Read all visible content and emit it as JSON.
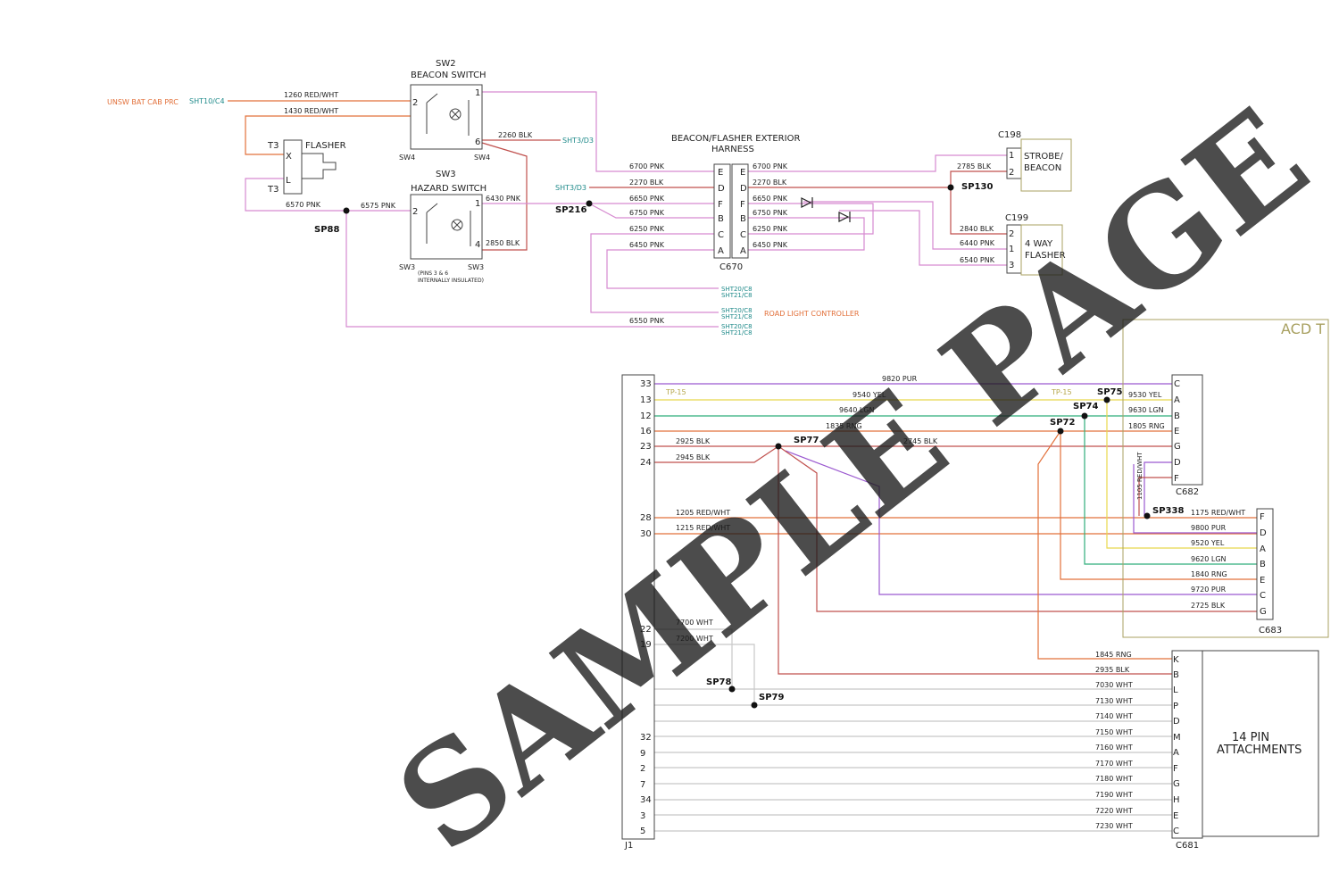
{
  "colors": {
    "pink": "#d68ad0",
    "orange": "#e2703a",
    "black": "#222222",
    "purple": "#9b59d0",
    "yellow": "#e8d84c",
    "green": "#2fae7a",
    "gray": "#c8c8c8",
    "teal": "#1f8a8a",
    "olive": "#a8a060"
  },
  "top": {
    "unsw_label": "UNSW BAT CAB PRC",
    "sht10": "SHT10/C4",
    "sw2_title": "SW2",
    "sw2_name": "BEACON SWITCH",
    "sw3_title": "SW3",
    "sw3_name": "HAZARD SWITCH",
    "sw4a": "SW4",
    "sw4b": "SW4",
    "sw3a": "SW3",
    "sw3b": "SW3",
    "pins_note": "(PINS 3 & 6",
    "pins_note2": "INTERNALLY INSULATED)",
    "flasher": "FLASHER",
    "t3a": "T3",
    "t3b": "T3",
    "fx": "X",
    "fl": "L",
    "w1260": "1260 RED/WHT",
    "w1430": "1430 RED/WHT",
    "w2260": "2260 BLK",
    "sht3d3a": "SHT3/D3",
    "sht3d3b": "SHT3/D3",
    "w6570": "6570 PNK",
    "w6575": "6575 PNK",
    "sp88": "SP88",
    "w6430": "6430 PNK",
    "w2850": "2850 BLK",
    "sp216": "SP216",
    "harness_title": "BEACON/FLASHER EXTERIOR",
    "harness_title2": "HARNESS",
    "c670": "C670",
    "left_wires": [
      "6700 PNK",
      "2270 BLK",
      "6650 PNK",
      "6750 PNK",
      "6250 PNK",
      "6450 PNK"
    ],
    "right_wires": [
      "6700 PNK",
      "2270 BLK",
      "6650 PNK",
      "6750 PNK",
      "6250 PNK",
      "6450 PNK"
    ],
    "pins": [
      "E",
      "D",
      "F",
      "B",
      "C",
      "A"
    ],
    "c198": "C198",
    "strobe": "STROBE/",
    "beacon": "BEACON",
    "w2785": "2785 BLK",
    "sp130": "SP130",
    "c199": "C199",
    "w2840": "2840 BLK",
    "w6440": "6440 PNK",
    "w6540": "6540 PNK",
    "fourway": "4 WAY",
    "flasher2": "FLASHER",
    "sht20a": "SHT20/C8",
    "sht21a": "SHT21/C8",
    "sht20b": "SHT20/C8",
    "sht21b": "SHT21/C8",
    "sht20c": "SHT20/C8",
    "sht21c": "SHT21/C8",
    "road_light": "ROAD LIGHT CONTROLLER",
    "w6550": "6550 PNK",
    "c198_pins": [
      "1",
      "2"
    ],
    "c199_pins": [
      "2",
      "1",
      "3"
    ],
    "sw_pin1": "1",
    "sw_pin2": "2",
    "sw_pin6": "6",
    "sw_pin4": "4",
    "sw3_pin1": "1",
    "sw3_pin2": "2"
  },
  "bottom": {
    "acd": "ACD T",
    "j1": "J1",
    "c682": "C682",
    "c683": "C683",
    "c681": "C681",
    "attach1": "14 PIN",
    "attach2": "ATTACHMENTS",
    "tp15a": "TP-15",
    "tp15b": "TP-15",
    "sp75": "SP75",
    "sp74": "SP74",
    "sp72": "SP72",
    "sp77": "SP77",
    "sp338": "SP338",
    "sp78": "SP78",
    "sp79": "SP79",
    "j1_pins": [
      "33",
      "13",
      "12",
      "16",
      "23",
      "24",
      "28",
      "30",
      "22",
      "19",
      "32",
      "9",
      "2",
      "7",
      "34",
      "3",
      "5"
    ],
    "wires_mid": [
      "9820 PUR",
      "9540 YEL",
      "9640 LGN",
      "1835 RNG",
      "2925 BLK",
      "2745 BLK",
      "2945 BLK",
      "1205 RED/WHT",
      "1215 RED/WHT",
      "7700 WHT",
      "7200 WHT"
    ],
    "c682_pins": [
      "C",
      "A",
      "B",
      "E",
      "G",
      "D",
      "F"
    ],
    "c682_wires": [
      "9530 YEL",
      "9630 LGN",
      "1805 RNG"
    ],
    "w1105": "1105 RED/WHT",
    "c683_pins": [
      "F",
      "D",
      "A",
      "B",
      "E",
      "C",
      "G"
    ],
    "c683_wires": [
      "1175 RED/WHT",
      "9800 PUR",
      "9520 YEL",
      "9620 LGN",
      "1840 RNG",
      "9720 PUR",
      "2725 BLK"
    ],
    "c681_pins": [
      "K",
      "B",
      "L",
      "P",
      "D",
      "M",
      "A",
      "F",
      "G",
      "H",
      "E",
      "C"
    ],
    "c681_wires": [
      "1845 RNG",
      "2935 BLK",
      "7030 WHT",
      "7130 WHT",
      "7140 WHT",
      "7150 WHT",
      "7160 WHT",
      "7170 WHT",
      "7180 WHT",
      "7190 WHT",
      "7220 WHT",
      "7230 WHT"
    ]
  },
  "watermark": "SAMPLE PAGE"
}
